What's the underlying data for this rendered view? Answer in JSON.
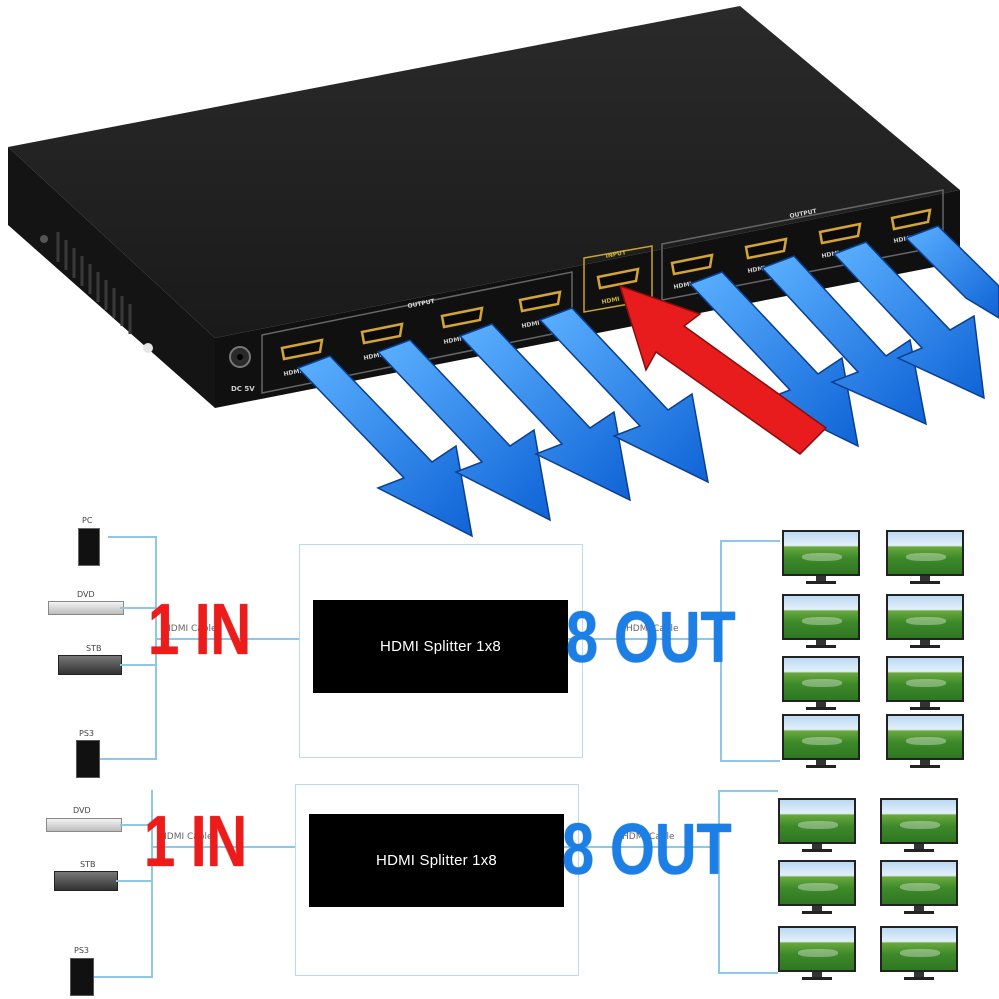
{
  "device": {
    "output_label": "OUTPUT",
    "input_label": "INPUT",
    "port_label": "HDMI",
    "power_label": "DC 5V"
  },
  "diagram_1": {
    "sources": [
      "PC",
      "DVD",
      "STB",
      "PS3"
    ],
    "cable_in": "HDMI Cable",
    "cable_out": "HDMI Cable",
    "in_label": "1 IN",
    "out_label": "8 OUT",
    "splitter": "HDMI Splitter 1x8"
  },
  "diagram_2": {
    "sources": [
      "DVD",
      "STB",
      "PS3"
    ],
    "cable_in": "HDMI Cable",
    "cable_out": "HDMI Cable",
    "in_label": "1 IN",
    "out_label": "8 OUT",
    "splitter": "HDMI Splitter 1x8"
  },
  "colors": {
    "in_arrow": "#e81c1c",
    "out_arrow": "#1f7fe8",
    "in_text": "#ee1b1b",
    "out_text": "#1c7fe6",
    "wire": "#8fc7e6"
  }
}
